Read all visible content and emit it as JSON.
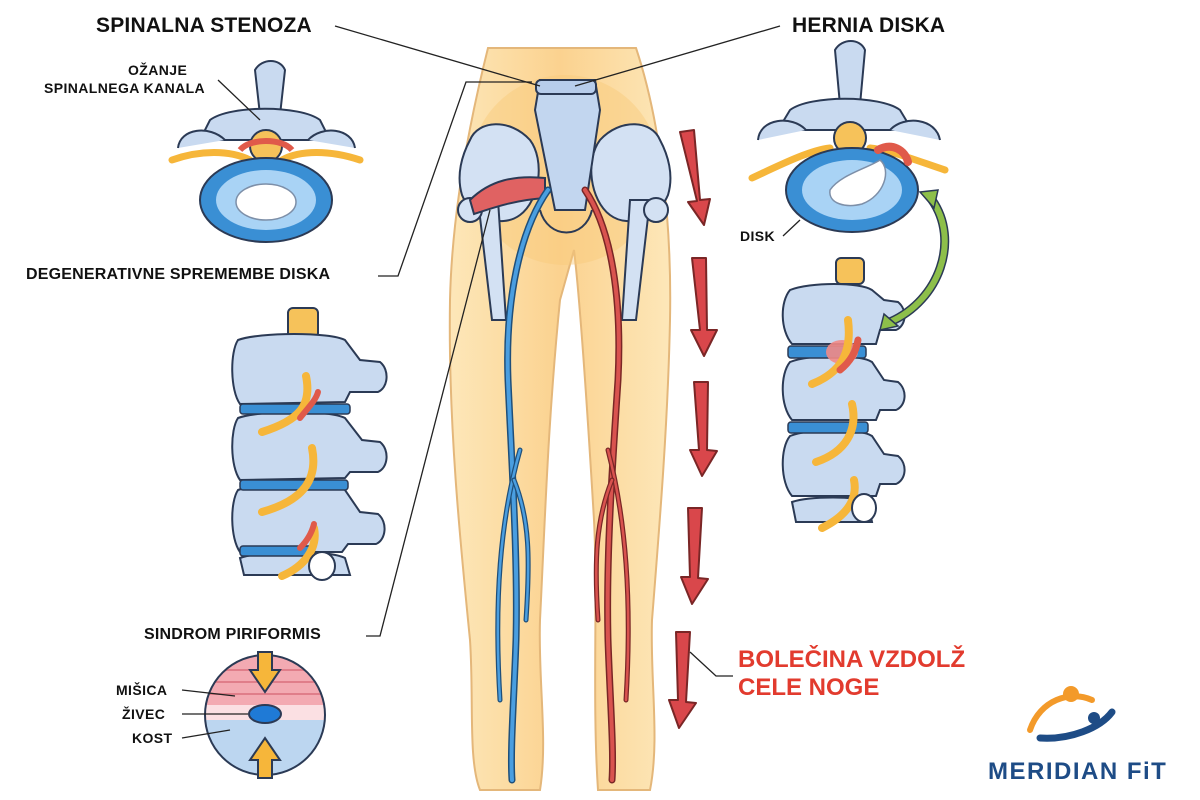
{
  "labels": {
    "spinal_stenosis": "SPINALNA STENOZA",
    "hernia": "HERNIA DISKA",
    "narrowing_line1": "OŽANJE",
    "narrowing_line2": "SPINALNEGA KANALA",
    "degenerative": "DEGENERATIVNE SPREMEMBE DISKA",
    "disk": "DISK",
    "piriformis": "SINDROM PIRIFORMIS",
    "muscle": "MIŠICA",
    "nerve": "ŽIVEC",
    "bone": "KOST",
    "pain_line1": "BOLEČINA VZDOLŽ",
    "pain_line2": "CELE NOGE"
  },
  "brand": {
    "name": "MERIDIAN FiT"
  },
  "colors": {
    "skin": "#fbd89a",
    "bone": "#c9daf0",
    "nerve_blue": "#3a8fd4",
    "nerve_red": "#d9534f",
    "arrow_red": "#d9474b",
    "arrow_green": "#8dbf4a",
    "brand_blue": "#1e4c86",
    "brand_orange": "#f39a2a"
  }
}
